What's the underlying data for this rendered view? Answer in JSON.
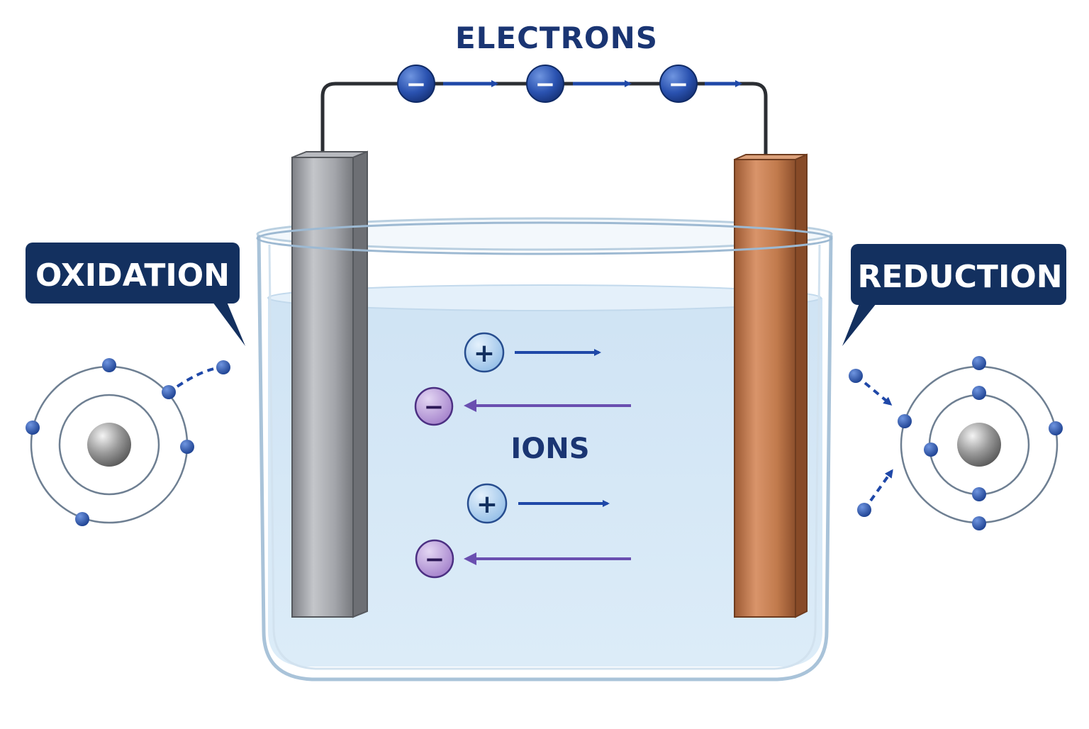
{
  "labels": {
    "electrons": "ELECTRONS",
    "ions": "IONS",
    "oxidation": "OXIDATION",
    "reduction": "REDUCTION"
  },
  "symbols": {
    "plus": "+",
    "minus": "−"
  },
  "colors": {
    "navy": "#13305f",
    "electron_blue": "#1f48a8",
    "cation_fill": "#a9cdf0",
    "anion_fill": "#b79bd9",
    "anion_arrow": "#6a4fb0",
    "zinc": "#9a9ca1",
    "copper": "#c17a4c",
    "solution": "#d3e6f5"
  },
  "icons": {
    "electron": "electron-minus-icon",
    "cation": "cation-plus-icon",
    "anion": "anion-minus-icon",
    "atom": "atom-icon"
  }
}
